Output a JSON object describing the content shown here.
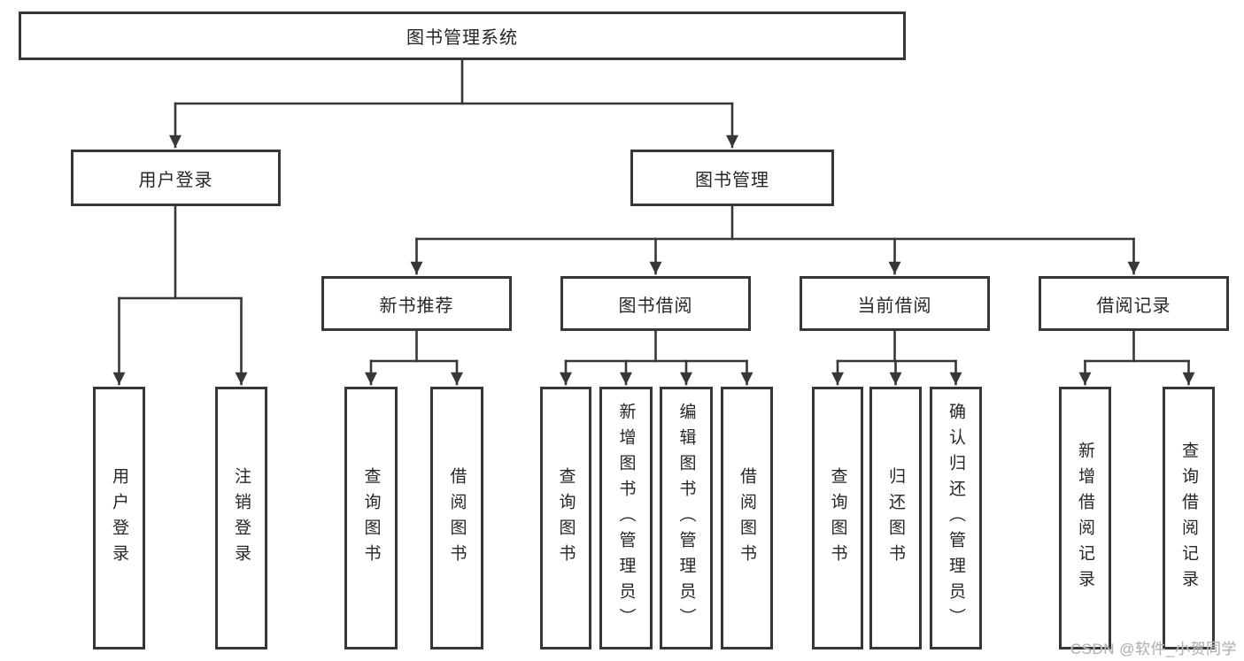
{
  "diagram": {
    "root": {
      "label": "图书管理系统"
    },
    "branches": [
      {
        "label": "用户登录",
        "children": [
          {
            "label": "用户登录"
          },
          {
            "label": "注销登录"
          }
        ]
      },
      {
        "label": "图书管理",
        "children": [
          {
            "label": "新书推荐",
            "children": [
              {
                "label": "查询图书"
              },
              {
                "label": "借阅图书"
              }
            ]
          },
          {
            "label": "图书借阅",
            "children": [
              {
                "label": "查询图书"
              },
              {
                "label": "新增图书（管理员）"
              },
              {
                "label": "编辑图书（管理员）"
              },
              {
                "label": "借阅图书"
              }
            ]
          },
          {
            "label": "当前借阅",
            "children": [
              {
                "label": "查询图书"
              },
              {
                "label": "归还图书"
              },
              {
                "label": "确认归还（管理员）"
              }
            ]
          },
          {
            "label": "借阅记录",
            "children": [
              {
                "label": "新增借阅记录"
              },
              {
                "label": "查询借阅记录"
              }
            ]
          }
        ]
      }
    ],
    "watermark": "CSDN @软件_小贺同学",
    "colors": {
      "line": "#373737",
      "border": "#373737",
      "text": "#262626",
      "watermark": "#b3b3b3",
      "background": "#ffffff"
    }
  }
}
